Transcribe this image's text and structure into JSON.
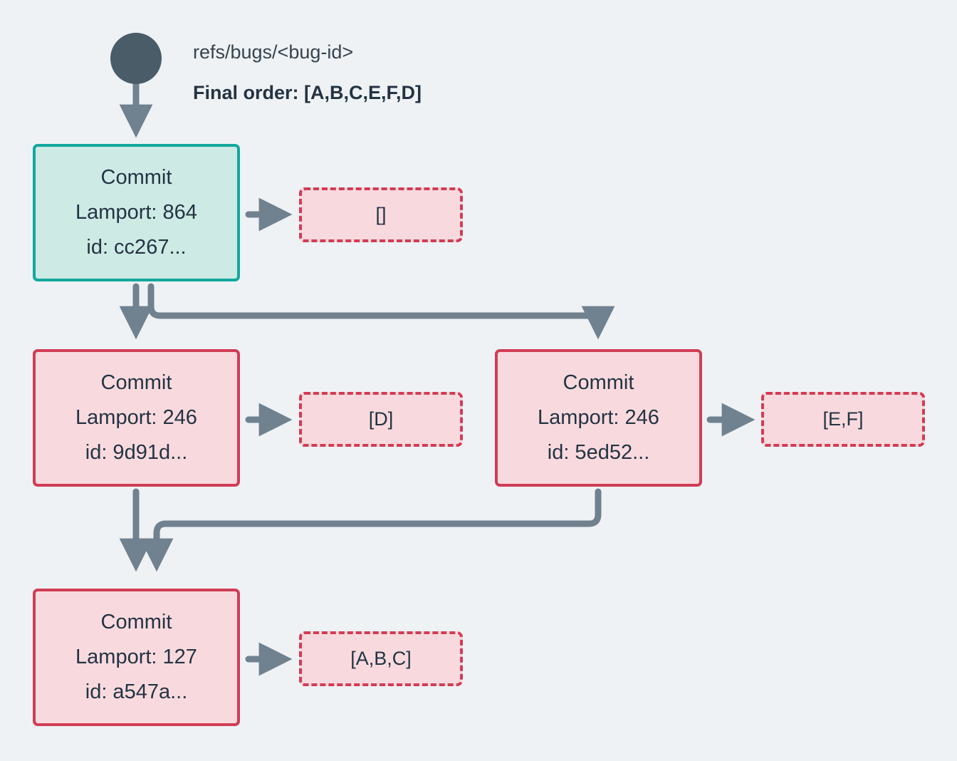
{
  "diagram": {
    "background_color": "#eef2f5",
    "edge_color": "#70818f",
    "title_ref": "refs/bugs/<bug-id>",
    "final_order": "Final order: [A,B,C,E,F,D]"
  },
  "start": {
    "name": "start-node",
    "color": "#4a5c68"
  },
  "commits": [
    {
      "id": "commit-cc267",
      "title": "Commit",
      "lamport": "Lamport: 864",
      "hash": "id: cc267...",
      "style": "teal",
      "border_color": "#13a89e",
      "fill_color": "#cdeae5"
    },
    {
      "id": "commit-9d91d",
      "title": "Commit",
      "lamport": "Lamport: 246",
      "hash": "id: 9d91d...",
      "style": "pink",
      "border_color": "#d13d55",
      "fill_color": "#f8dade"
    },
    {
      "id": "commit-5ed52",
      "title": "Commit",
      "lamport": "Lamport: 246",
      "hash": "id: 5ed52...",
      "style": "pink",
      "border_color": "#d13d55",
      "fill_color": "#f8dade"
    },
    {
      "id": "commit-a547a",
      "title": "Commit",
      "lamport": "Lamport: 127",
      "hash": "id: a547a...",
      "style": "pink",
      "border_color": "#d13d55",
      "fill_color": "#f8dade"
    }
  ],
  "notes": [
    {
      "id": "note-cc267",
      "text": "[]"
    },
    {
      "id": "note-9d91d",
      "text": "[D]"
    },
    {
      "id": "note-5ed52",
      "text": "[E,F]"
    },
    {
      "id": "note-a547a",
      "text": "[A,B,C]"
    }
  ]
}
